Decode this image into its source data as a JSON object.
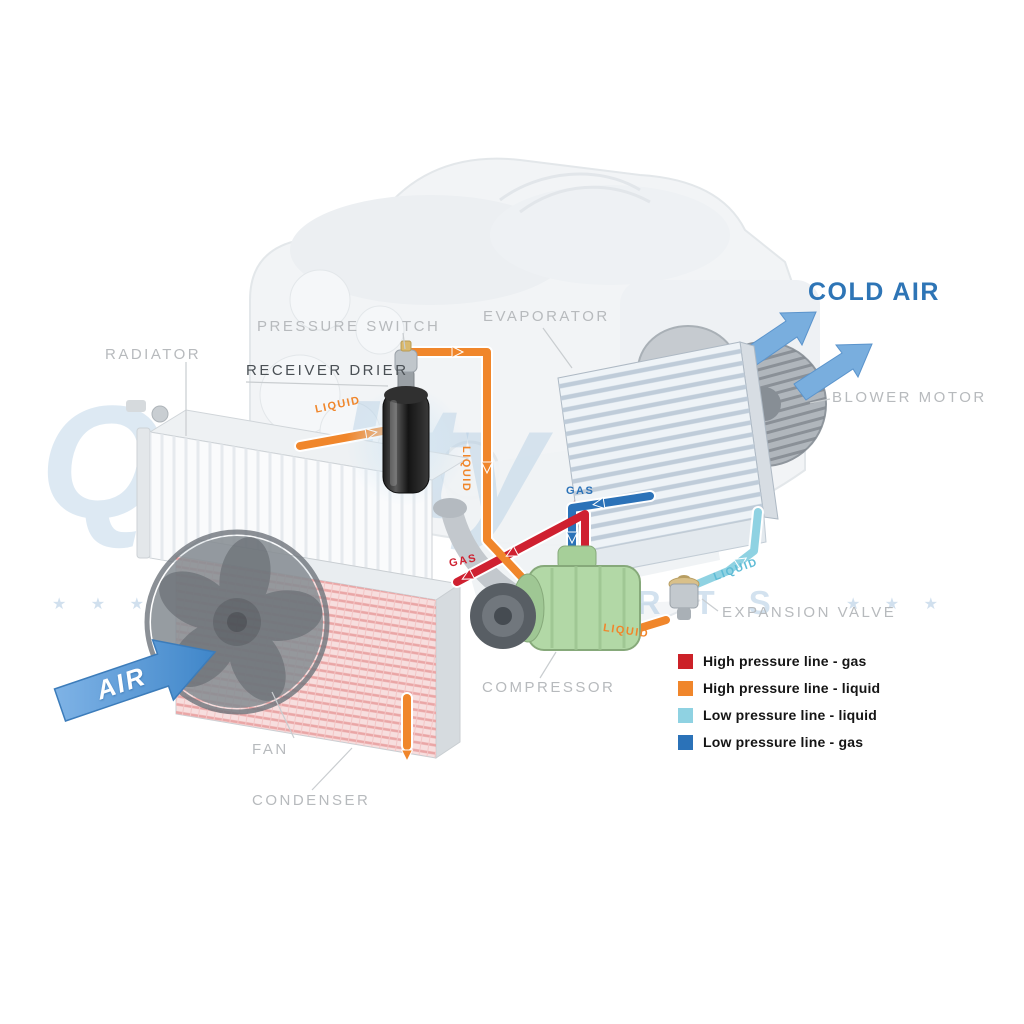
{
  "watermark": {
    "brand": "Quality Air",
    "sub": "AUTO PARTS",
    "stars_left": "★ ★ ★",
    "stars_right": "★ ★ ★"
  },
  "labels": {
    "radiator": "RADIATOR",
    "pressure_switch": "PRESSURE SWITCH",
    "receiver_drier": "RECEIVER DRIER",
    "evaporator": "EVAPORATOR",
    "cold_air": "COLD AIR",
    "blower_motor": "BLOWER MOTOR",
    "expansion_valve": "EXPANSION VALVE",
    "compressor": "COMPRESSOR",
    "fan": "FAN",
    "condenser": "CONDENSER",
    "air": "AIR"
  },
  "pipe_labels": {
    "liquid_to_drier": "LIQUID",
    "liquid_down": "LIQUID",
    "gas_suction": "GAS",
    "gas_discharge": "GAS",
    "liquid_low": "LIQUID",
    "liquid_to_valve": "LIQUID"
  },
  "legend": {
    "items": [
      {
        "label": "High pressure line - gas",
        "color": "#cc2128"
      },
      {
        "label": "High pressure line - liquid",
        "color": "#f0862b"
      },
      {
        "label": "Low pressure line - liquid",
        "color": "#8fd2e2"
      },
      {
        "label": "Low pressure line -  gas",
        "color": "#2b72b8"
      }
    ]
  },
  "colors": {
    "high_pressure_gas": "#cc2128",
    "high_pressure_liquid": "#f0862b",
    "low_pressure_liquid": "#8fd2e2",
    "low_pressure_gas": "#2b72b8",
    "cold_air_text": "#2e75b6",
    "label_gray": "#b7babd"
  }
}
